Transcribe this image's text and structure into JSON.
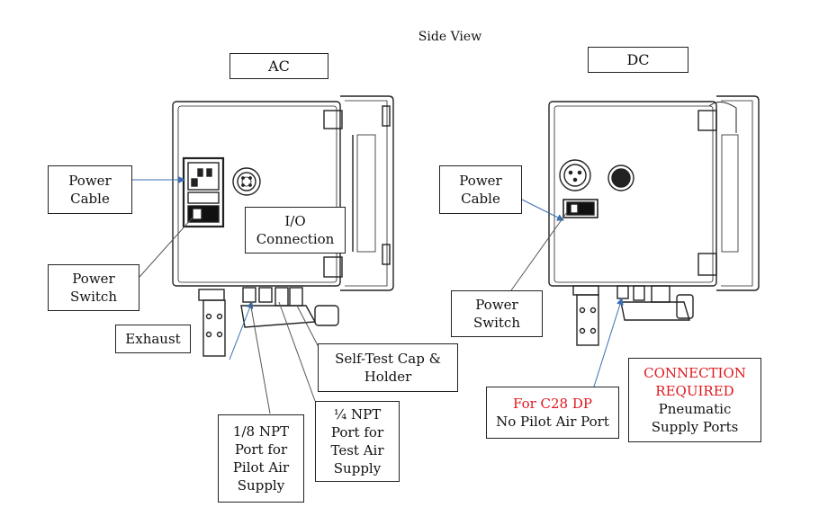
{
  "title": "Side View",
  "ac": {
    "header": "AC",
    "power_cable": [
      "Power",
      "Cable"
    ],
    "io_connection": [
      "I/O",
      "Connection"
    ],
    "power_switch": [
      "Power",
      "Switch"
    ],
    "exhaust": "Exhaust",
    "self_test": [
      "Self-Test Cap &",
      "Holder"
    ],
    "npt_eighth": [
      "1/8 NPT",
      "Port for",
      "Pilot Air",
      "Supply"
    ],
    "npt_quarter": [
      "¼ NPT",
      "Port for",
      "Test Air",
      "Supply"
    ]
  },
  "dc": {
    "header": "DC",
    "power_cable": [
      "Power",
      "Cable"
    ],
    "power_switch": [
      "Power",
      "Switch"
    ],
    "c28_note": [
      "For C28 DP",
      "No Pilot Air Port"
    ],
    "connection_required": [
      "CONNECTION",
      "REQUIRED",
      "Pneumatic",
      "Supply Ports"
    ]
  },
  "colors": {
    "arrow": "#3a6fb0",
    "warning": "#e0191e",
    "line": "#222222"
  }
}
